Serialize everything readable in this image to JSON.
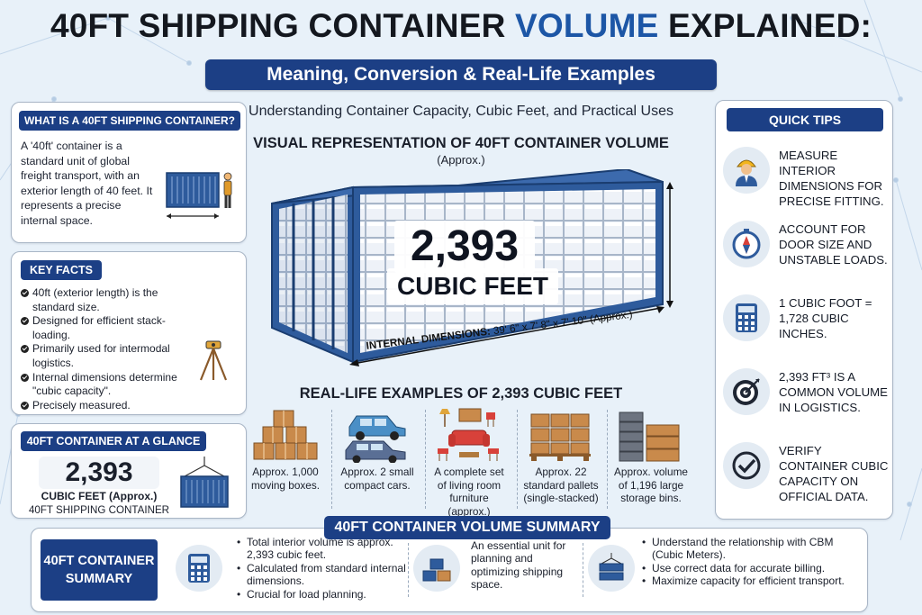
{
  "colors": {
    "navy": "#1c3f85",
    "accent_blue": "#1c56a6",
    "container_blue": "#2e5b9c",
    "background": "#e8f1f9"
  },
  "header": {
    "title_pre": "40FT SHIPPING CONTAINER ",
    "title_accent": "VOLUME",
    "title_post": " EXPLAINED:",
    "subtitle": "Meaning, Conversion & Real-Life Examples",
    "tagline": "Understanding Container Capacity, Cubic Feet, and Practical Uses"
  },
  "what_is": {
    "heading": "WHAT IS A 40FT SHIPPING CONTAINER?",
    "text": "A '40ft' container is a standard unit of global freight transport, with an exterior length of 40 feet. It represents a precise internal space.",
    "icon": "container-with-person-icon"
  },
  "key_facts": {
    "heading": "KEY FACTS",
    "items": [
      "40ft (exterior length) is the standard size.",
      "Designed for efficient stack-loading.",
      "Primarily used for intermodal logistics.",
      "Internal dimensions determine \"cubic capacity\".",
      "Precisely measured."
    ],
    "icon": "survey-tripod-icon"
  },
  "glance": {
    "heading": "40FT CONTAINER AT A GLANCE",
    "value": "2,393",
    "unit": "CUBIC FEET (Approx.)",
    "sub": "40FT SHIPPING CONTAINER",
    "icon": "hoisted-container-icon"
  },
  "visual": {
    "title": "VISUAL REPRESENTATION OF 40FT CONTAINER VOLUME",
    "approx": "(Approx.)",
    "value": "2,393",
    "unit": "CUBIC FEET",
    "dims_label": "INTERNAL DIMENSIONS:",
    "dims_value": " 39' 6\" x 7' 8\" x 7' 10\" (Approx.)"
  },
  "examples": {
    "title": "REAL-LIFE EXAMPLES OF 2,393 CUBIC FEET",
    "items": [
      {
        "text": "Approx. 1,000 moving boxes.",
        "icon": "moving-boxes-icon"
      },
      {
        "text": "Approx. 2 small compact cars.",
        "icon": "compact-cars-icon"
      },
      {
        "text": "A complete set of living room furniture (approx.)",
        "icon": "living-room-furniture-icon"
      },
      {
        "text": "Approx. 22 standard pallets (single-stacked)",
        "icon": "pallets-icon"
      },
      {
        "text": "Approx. volume of 1,196 large storage bins.",
        "icon": "storage-bins-icon"
      }
    ]
  },
  "tips": {
    "heading": "QUICK TIPS",
    "items": [
      {
        "text": "MEASURE INTERIOR DIMENSIONS FOR PRECISE FITTING.",
        "icon": "worker-icon"
      },
      {
        "text": "ACCOUNT FOR DOOR SIZE AND UNSTABLE LOADS.",
        "icon": "compass-icon"
      },
      {
        "text": "1 CUBIC FOOT = 1,728 CUBIC INCHES.",
        "icon": "calculator-icon"
      },
      {
        "text": "2,393 FT³ IS A COMMON VOLUME IN LOGISTICS.",
        "icon": "target-icon"
      },
      {
        "text": "VERIFY CONTAINER CUBIC CAPACITY ON OFFICIAL DATA.",
        "icon": "checkmark-icon"
      }
    ]
  },
  "summary": {
    "heading": "40FT CONTAINER VOLUME SUMMARY",
    "label": "40FT CONTAINER SUMMARY",
    "col1": [
      "Total interior volume is approx. 2,393 cubic feet.",
      "Calculated from standard internal dimensions.",
      "Crucial for load planning."
    ],
    "col2": "An essential unit for planning and optimizing shipping space.",
    "col3": [
      "Understand the relationship with CBM (Cubic Meters).",
      "Use correct data for accurate billing.",
      "Maximize capacity for efficient transport."
    ]
  }
}
